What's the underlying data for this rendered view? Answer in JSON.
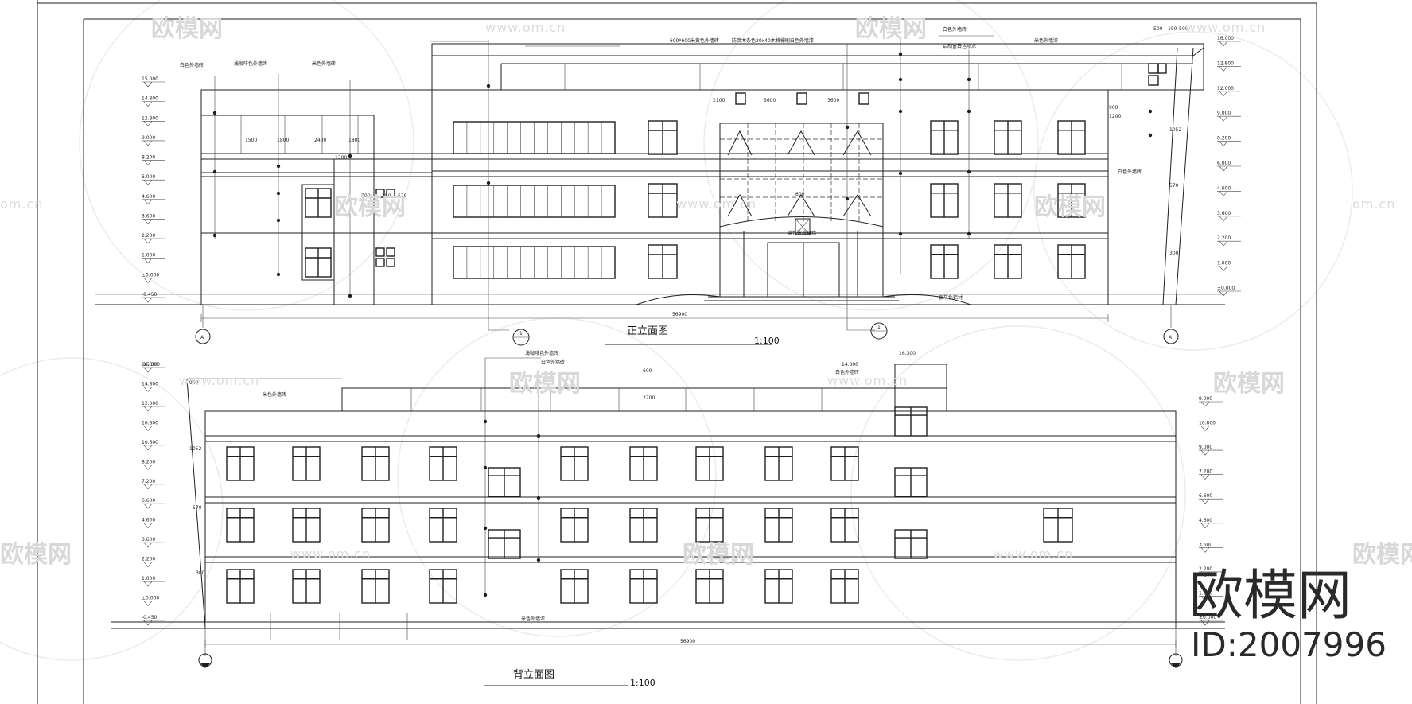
{
  "watermark": {
    "brand_text": "欧模网",
    "url_text": "www.om.cn",
    "url_short": "om.cn"
  },
  "front_elevation": {
    "title": "正立面图",
    "scale": "1:100",
    "axis_label": "A",
    "section_label": "1",
    "top_dimension": "56900",
    "annotations": {
      "note_1": "白色外墙砖",
      "note_2": "浅咖啡色外墙砖",
      "note_3": "米色外墙砖",
      "note_4": "600*600米黄色外墙砖",
      "note_5": "防腐木条色20x40木格栅刷白色外墙漆",
      "note_6": "白色外墙砖",
      "note_7": "铝制窗白色喷涂",
      "note_8": "米色外墙漆",
      "note_9": "白色外墙砖",
      "note_10": "蓝色玻璃幕墙",
      "note_11": "银灰色铝材"
    },
    "dims": {
      "d1": "1500",
      "d2": "1800",
      "d3": "2400",
      "d4": "1800",
      "d5": "2100",
      "d6": "3600",
      "d7": "3600",
      "d8": "500",
      "d9": "150",
      "d10": "570",
      "d11": "600",
      "d12": "500",
      "d13": "150",
      "d14": "500",
      "d15": "1200",
      "d16": "900",
      "d17": "1200",
      "d18": "300",
      "d19": "570",
      "d20": "1052"
    },
    "levels_left": [
      "15.000",
      "14.800",
      "12.800",
      "9.000",
      "8.200",
      "6.000",
      "4.600",
      "3.600",
      "2.200",
      "1.000",
      "±0.000",
      "-0.450"
    ],
    "levels_right": [
      "16.000",
      "12.800",
      "12.000",
      "9.000",
      "8.200",
      "6.000",
      "4.600",
      "3.600",
      "2.200",
      "1.000",
      "±0.000"
    ]
  },
  "rear_elevation": {
    "title": "背立面图",
    "scale": "1:100",
    "top_dimension": "56900",
    "annotations": {
      "note_1": "浅咖啡色外墙砖",
      "note_2": "白色外墙砖",
      "note_3": "米色外墙砖",
      "note_4": "白色外墙砖",
      "note_5": "米色外墙漆"
    },
    "dims": {
      "d1": "1052",
      "d2": "570",
      "d3": "300",
      "d4": "600",
      "d5": "2700",
      "d6": "900"
    },
    "levels_left": [
      "16.300",
      "14.800",
      "12.000",
      "10.800",
      "10.600",
      "8.200",
      "7.200",
      "6.600",
      "4.600",
      "3.600",
      "2.200",
      "1.000",
      "±0.000",
      "-0.450"
    ],
    "levels_right": [
      "9.000",
      "10.800",
      "9.000",
      "7.200",
      "6.600",
      "4.600",
      "3.600",
      "2.200",
      "1.000",
      "±0.000"
    ],
    "top_levels": {
      "left": "16.300",
      "mid": "14.800",
      "right": "16.300"
    }
  },
  "brand": {
    "name": "欧模网",
    "id_text": "ID:2007996"
  }
}
